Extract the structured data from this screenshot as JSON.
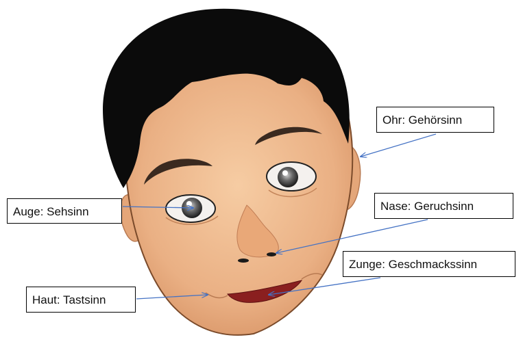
{
  "labels": {
    "ohr": "Ohr: Gehörsinn",
    "auge": "Auge: Sehsinn",
    "nase": "Nase: Geruchsinn",
    "zunge": "Zunge: Geschmackssinn",
    "haut": "Haut: Tastsinn"
  },
  "colors": {
    "skin": "#eeba8e",
    "skin_shadow": "#d8956a",
    "hair": "#0b0b0b",
    "lips": "#8a1f1f",
    "arrow": "#4472c4",
    "label_border": "#000000"
  }
}
